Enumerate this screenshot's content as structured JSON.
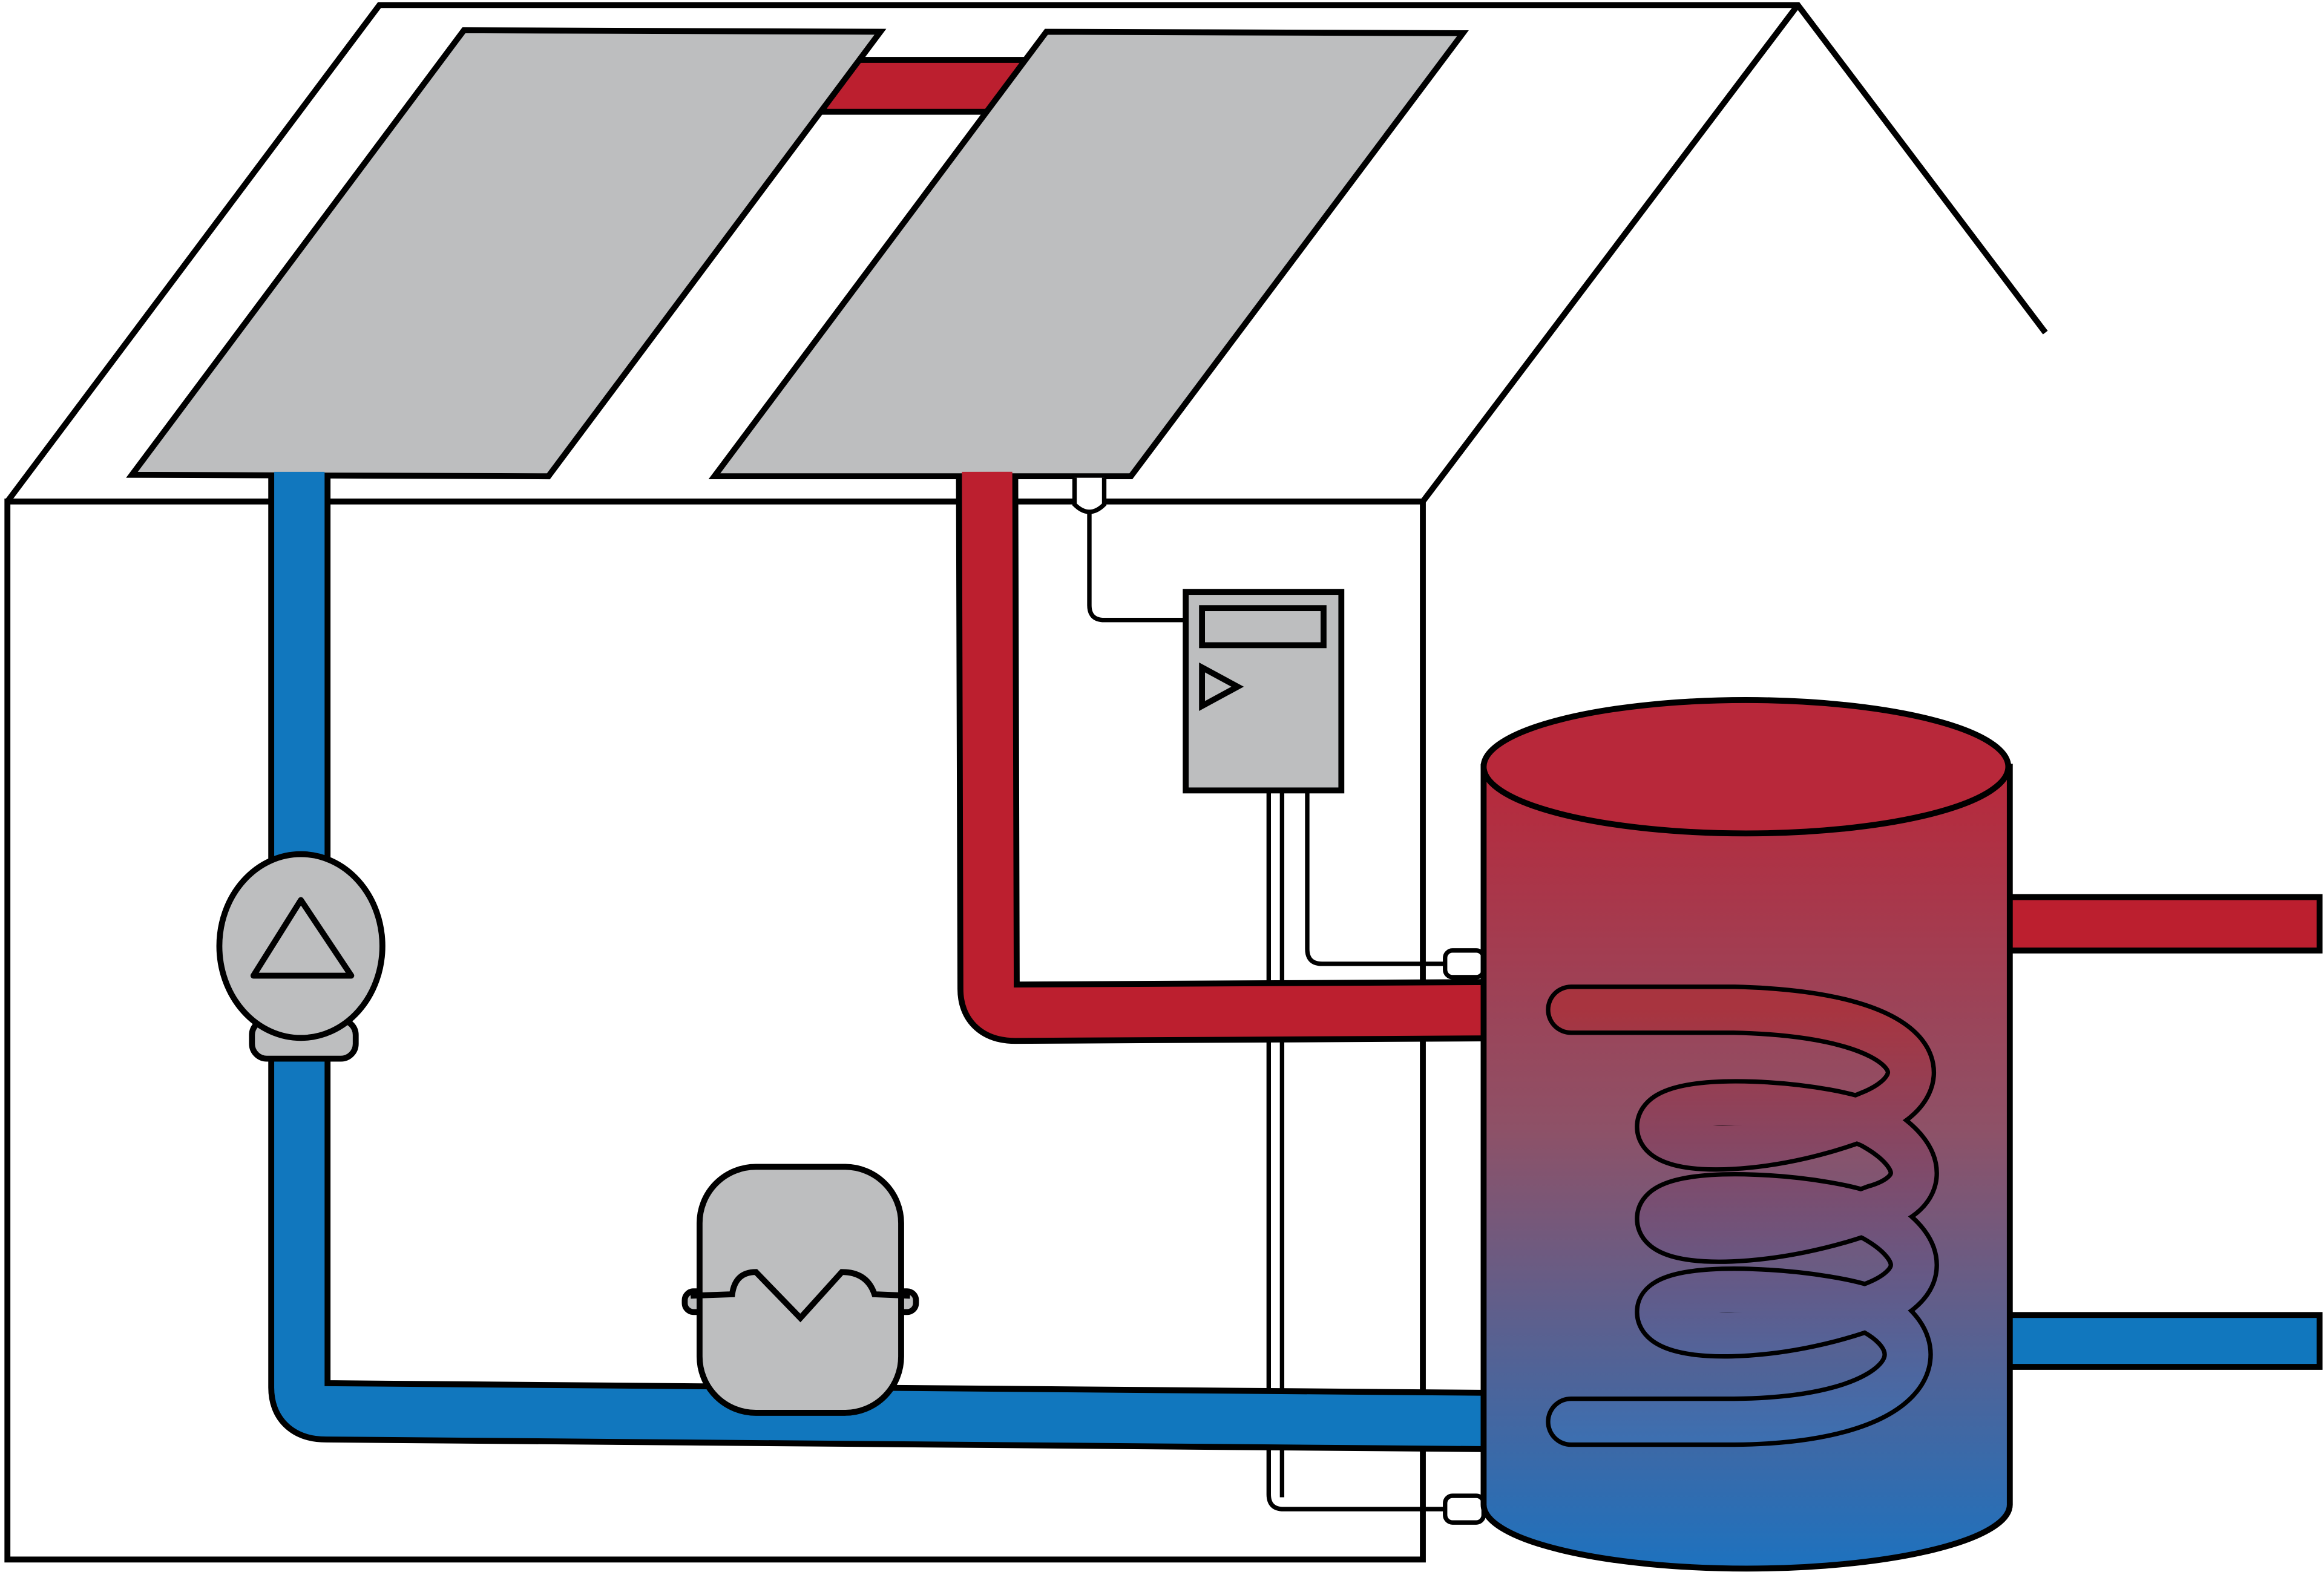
{
  "diagram": {
    "subject": "solar-thermal-water-heating-system",
    "components": [
      "house-outline",
      "solar-collector-left",
      "solar-collector-right",
      "collector-link-pipe",
      "cold-return-pipe",
      "hot-supply-pipe",
      "circulation-pump-icon",
      "expansion-vessel-icon",
      "solar-controller",
      "temperature-sensor",
      "storage-tank",
      "heat-exchanger-coil",
      "hot-water-outlet",
      "cold-water-inlet"
    ]
  },
  "colors": {
    "hot": "#bc1f2f",
    "cold": "#1177be",
    "panel": "#bdbebf",
    "outline": "#000000",
    "tank_top": "#b8283a",
    "tank_bottom": "#1d72bf"
  }
}
